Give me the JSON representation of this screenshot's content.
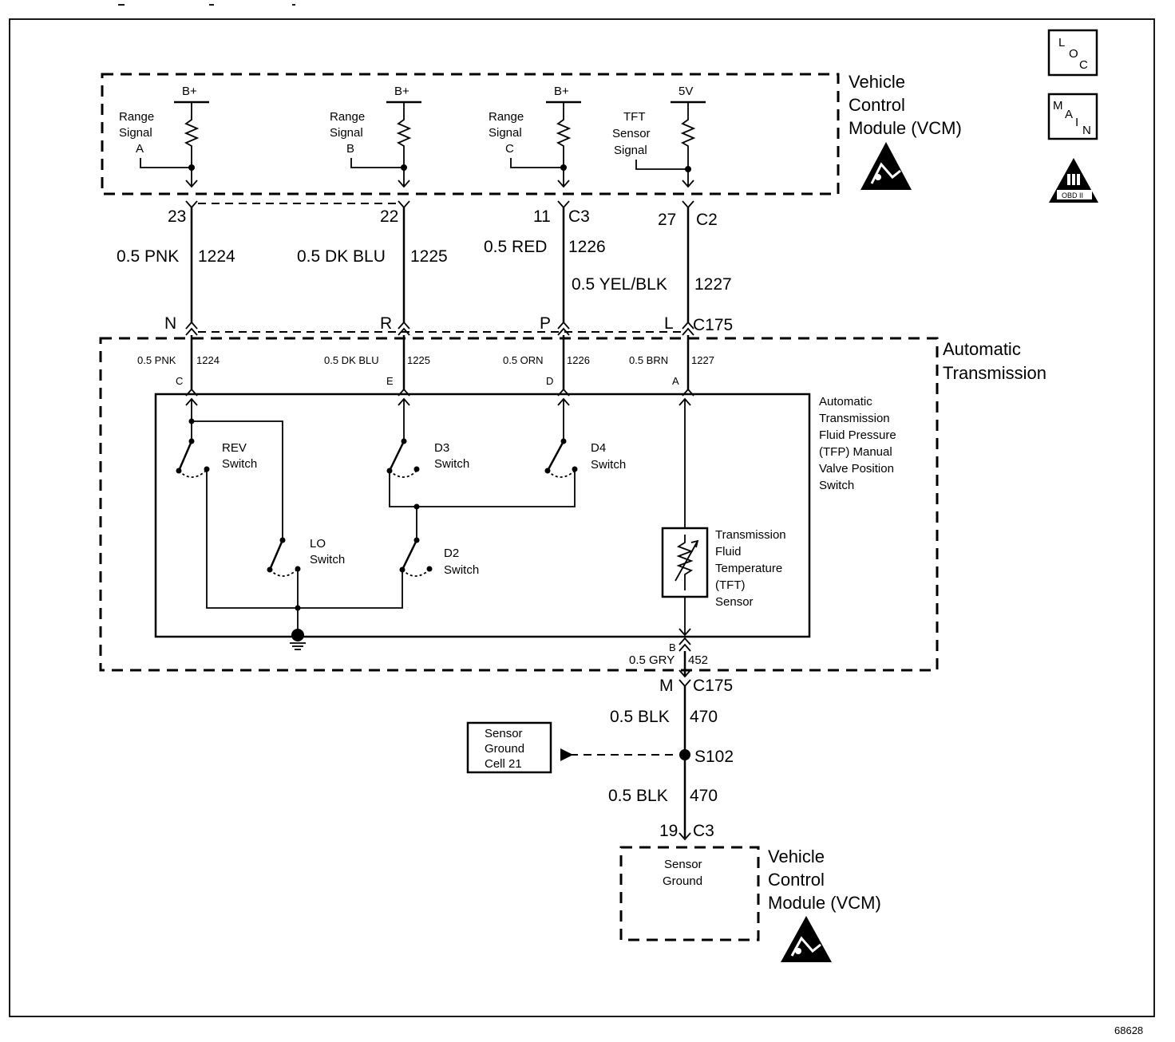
{
  "vcm_top": {
    "title_lines": [
      "Vehicle",
      "Control",
      "Module (VCM)"
    ],
    "circuits": [
      {
        "label_lines": [
          "Range",
          "Signal",
          "A"
        ],
        "supply": "B+"
      },
      {
        "label_lines": [
          "Range",
          "Signal",
          "B"
        ],
        "supply": "B+"
      },
      {
        "label_lines": [
          "Range",
          "Signal",
          "C"
        ],
        "supply": "B+"
      },
      {
        "label_lines": [
          "TFT",
          "Sensor",
          "Signal"
        ],
        "supply": "5V"
      }
    ]
  },
  "side_icons": {
    "loc_letters": [
      "L",
      "O",
      "C"
    ],
    "main_letters": [
      "M",
      "A",
      "I",
      "N"
    ],
    "obd_label": "OBD II"
  },
  "vcm_pins": [
    {
      "pin": "23",
      "connector": ""
    },
    {
      "pin": "22",
      "connector": ""
    },
    {
      "pin": "11",
      "connector": "C3"
    },
    {
      "pin": "27",
      "connector": "C2"
    }
  ],
  "upper_wires": [
    {
      "gauge_color": "0.5 PNK",
      "circuit": "1224"
    },
    {
      "gauge_color": "0.5 DK BLU",
      "circuit": "1225"
    },
    {
      "gauge_color": "0.5 RED",
      "circuit": "1226"
    },
    {
      "gauge_color": "0.5 YEL/BLK",
      "circuit": "1227"
    }
  ],
  "c175_top": {
    "pins": [
      "N",
      "R",
      "P",
      "L"
    ],
    "connector": "C175"
  },
  "transmission": {
    "title_lines": [
      "Automatic",
      "Transmission"
    ],
    "inner_wires": [
      {
        "gauge_color": "0.5 PNK",
        "circuit": "1224",
        "pin": "C"
      },
      {
        "gauge_color": "0.5 DK BLU",
        "circuit": "1225",
        "pin": "E"
      },
      {
        "gauge_color": "0.5 ORN",
        "circuit": "1226",
        "pin": "D"
      },
      {
        "gauge_color": "0.5 BRN",
        "circuit": "1227",
        "pin": "A"
      }
    ],
    "tfp_label_lines": [
      "Automatic",
      "Transmission",
      "Fluid Pressure",
      "(TFP) Manual",
      "Valve Position",
      "Switch"
    ],
    "switches": {
      "rev": [
        "REV",
        "Switch"
      ],
      "d3": [
        "D3",
        "Switch"
      ],
      "d4": [
        "D4",
        "Switch"
      ],
      "lo": [
        "LO",
        "Switch"
      ],
      "d2": [
        "D2",
        "Switch"
      ]
    },
    "tft_label_lines": [
      "Transmission",
      "Fluid",
      "Temperature",
      "(TFT)",
      "Sensor"
    ],
    "ground_pin": "B",
    "ground_wire": {
      "gauge_color": "0.5 GRY",
      "circuit": "452"
    }
  },
  "c175_bottom": {
    "pin": "M",
    "connector": "C175"
  },
  "lower_wire_1": {
    "gauge_color": "0.5 BLK",
    "circuit": "470"
  },
  "splice": {
    "id": "S102",
    "ref_lines": [
      "Sensor",
      "Ground",
      "Cell 21"
    ]
  },
  "lower_wire_2": {
    "gauge_color": "0.5 BLK",
    "circuit": "470"
  },
  "vcm_bottom_pin": {
    "pin": "19",
    "connector": "C3"
  },
  "vcm_bottom": {
    "title_lines": [
      "Vehicle",
      "Control",
      "Module (VCM)"
    ],
    "inner_lines": [
      "Sensor",
      "Ground"
    ]
  },
  "figure_number": "68628"
}
